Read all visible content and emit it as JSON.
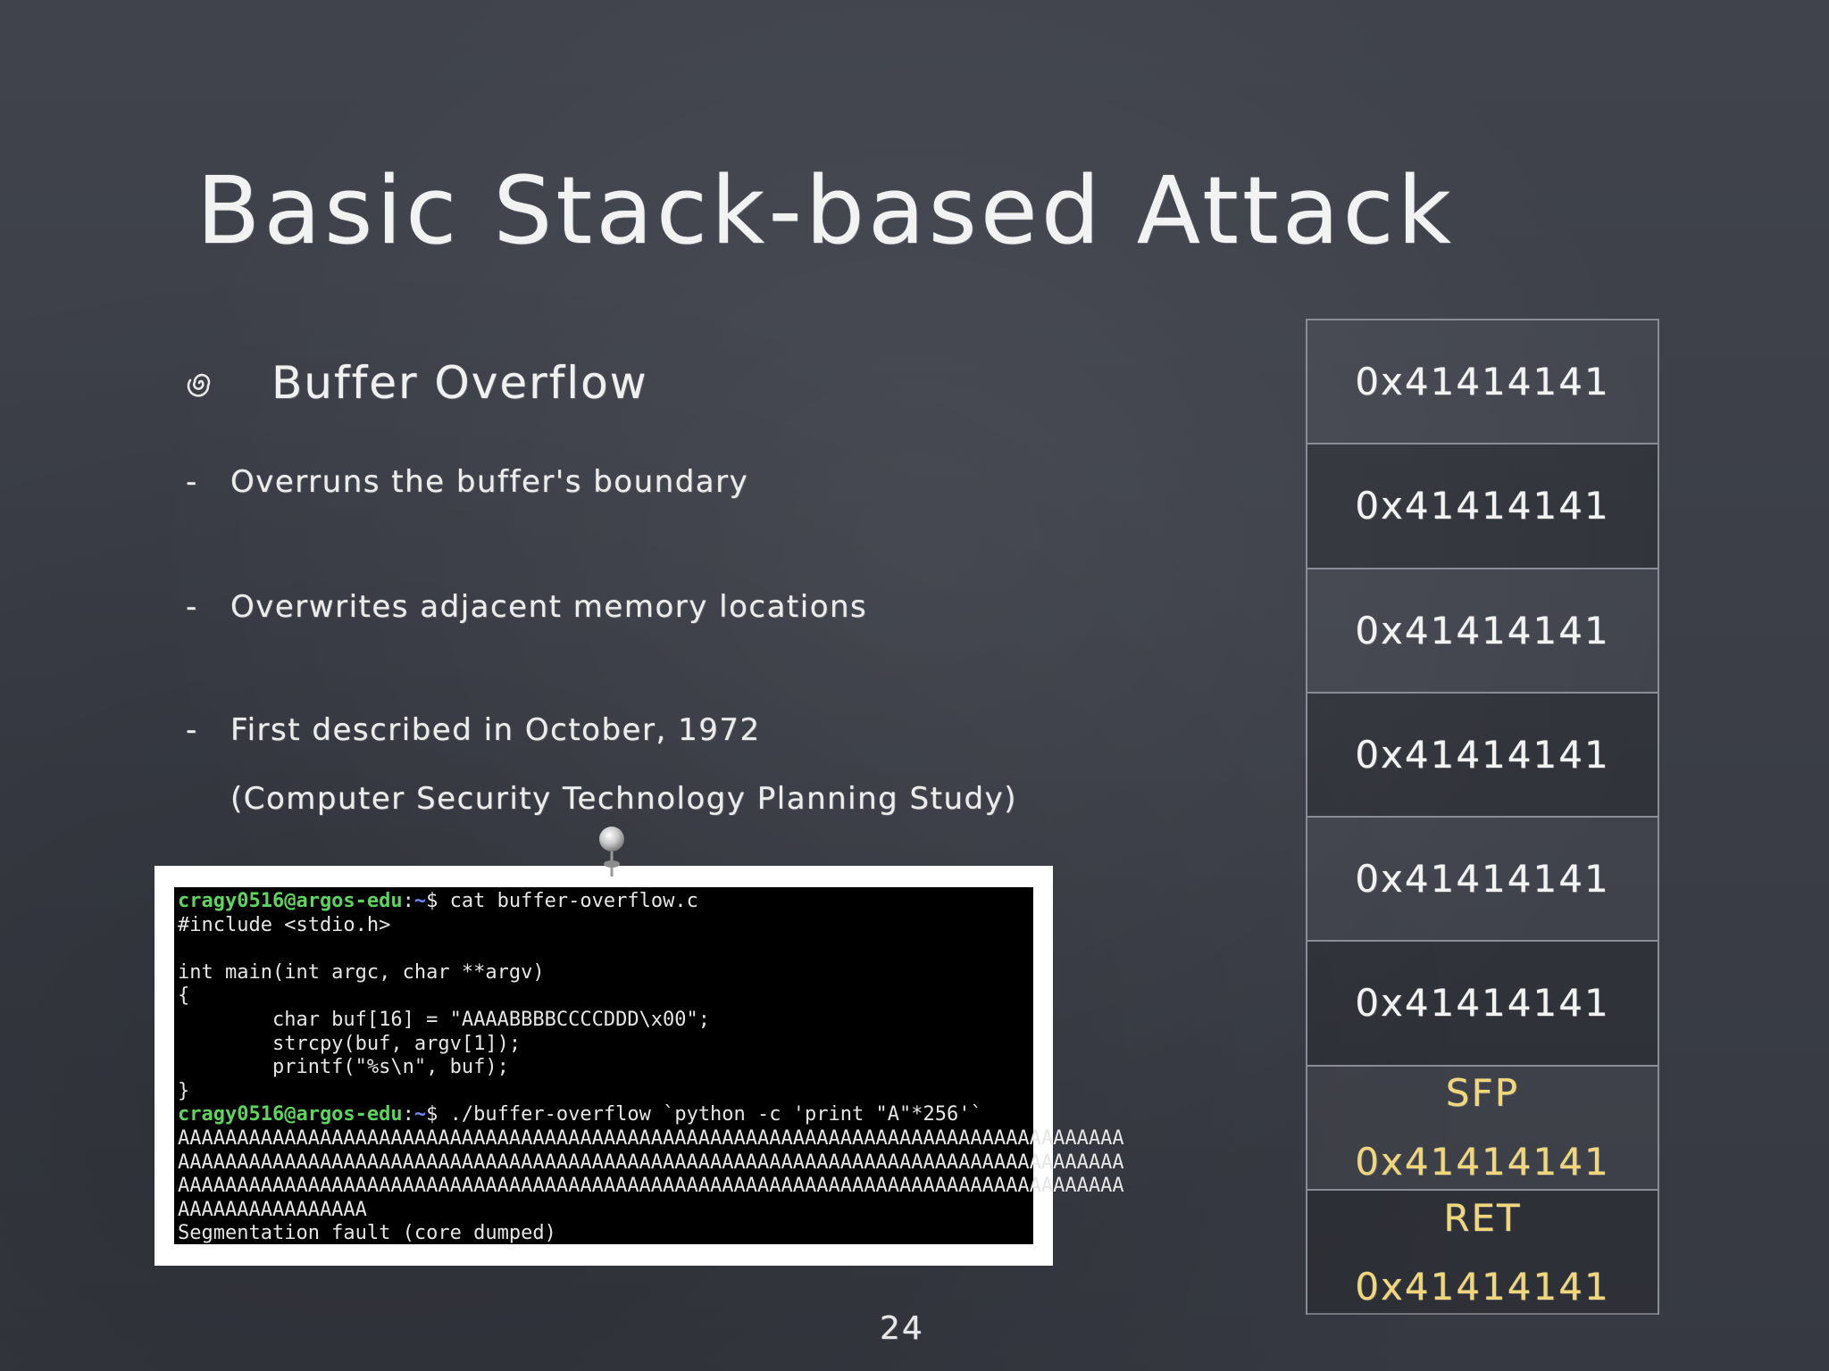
{
  "slide": {
    "title": "Basic Stack-based Attack",
    "page_number": "24"
  },
  "content": {
    "main_bullet": "Buffer Overflow",
    "sub_items": [
      {
        "dash": "-",
        "text": "Overruns the buffer's boundary"
      },
      {
        "dash": "-",
        "text": "Overwrites adjacent memory locations"
      },
      {
        "dash": "-",
        "text": "First described in October, 1972"
      }
    ],
    "sub_item_note": "(Computer Security Technology Planning Study)"
  },
  "stack": {
    "cells": [
      {
        "label": "",
        "value": "0x41414141"
      },
      {
        "label": "",
        "value": "0x41414141"
      },
      {
        "label": "",
        "value": "0x41414141"
      },
      {
        "label": "",
        "value": "0x41414141"
      },
      {
        "label": "",
        "value": "0x41414141"
      },
      {
        "label": "",
        "value": "0x41414141"
      },
      {
        "label": "SFP",
        "value": "0x41414141"
      },
      {
        "label": "RET",
        "value": "0x41414141"
      }
    ],
    "highlight_color": "#f1d67a"
  },
  "terminal": {
    "prompt_user": "cragy0516@argos-edu",
    "prompt_sep": ":",
    "prompt_path": "~",
    "prompt_symbol": "$",
    "cmd_1": " cat buffer-overflow.c",
    "code_lines": [
      "#include <stdio.h>",
      "",
      "int main(int argc, char **argv)",
      "{",
      "        char buf[16] = \"AAAABBBBCCCCDDD\\x00\";",
      "        strcpy(buf, argv[1]);",
      "        printf(\"%s\\n\", buf);",
      "}"
    ],
    "cmd_2": " ./buffer-overflow `python -c 'print \"A\"*256'`",
    "output_lines": [
      "AAAAAAAAAAAAAAAAAAAAAAAAAAAAAAAAAAAAAAAAAAAAAAAAAAAAAAAAAAAAAAAAAAAAAAAAAAAAAAAA",
      "AAAAAAAAAAAAAAAAAAAAAAAAAAAAAAAAAAAAAAAAAAAAAAAAAAAAAAAAAAAAAAAAAAAAAAAAAAAAAAAA",
      "AAAAAAAAAAAAAAAAAAAAAAAAAAAAAAAAAAAAAAAAAAAAAAAAAAAAAAAAAAAAAAAAAAAAAAAAAAAAAAAA",
      "AAAAAAAAAAAAAAAA",
      "Segmentation fault (core dumped)"
    ],
    "prompt_user_color": "#5fd35f",
    "prompt_path_color": "#6b8cff"
  },
  "icons": {
    "bullet": "swirl-bullet-icon",
    "pin": "pushpin-icon"
  }
}
